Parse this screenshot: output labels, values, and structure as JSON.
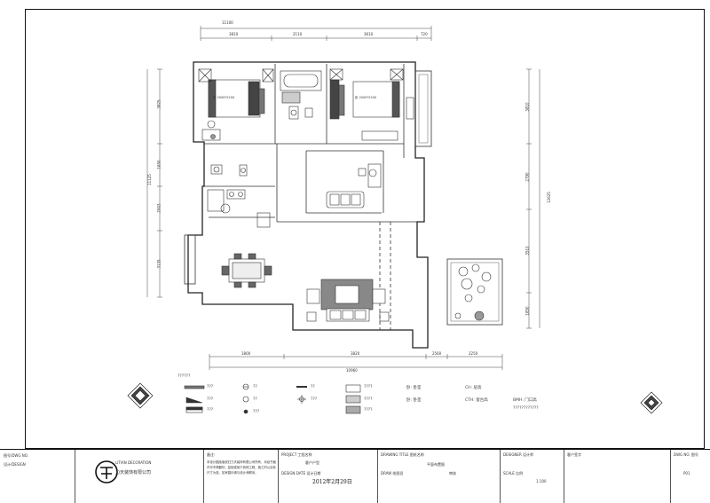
{
  "plan": {
    "overall_width": "11100",
    "top_dims": [
      "3810",
      "2110",
      "3610",
      "720"
    ],
    "left_dims": [
      "3825",
      "1650",
      "2003",
      "3135"
    ],
    "left_total": "11125",
    "right_dims": [
      "3810",
      "2790",
      "3510",
      "1850"
    ],
    "right_total": "12625",
    "bottom_dims": [
      "1800",
      "3820",
      "2560",
      "2250"
    ],
    "bottom_total": "10960",
    "bed_label_1": "卧 2000*2200",
    "bed_label_2": "卧 2000*2200"
  },
  "legend": {
    "heading": "??????",
    "items": [
      "???",
      "???",
      "???",
      "??",
      "??",
      "???",
      "??",
      "???",
      "????",
      "????",
      "????",
      "????",
      "??",
      "??",
      "??"
    ],
    "notes": [
      "卧: 卧室",
      "卧: 卧室",
      "CH: 层高",
      "CTH: 窗台高",
      "BMH: 门口高"
    ],
    "note_long": "????????????"
  },
  "title_block": {
    "c1_a": "图号/DWG NO.",
    "c1_b": "设计/DESIGN",
    "company_en": "LITIAN DECORATION",
    "company_cn": "力天装饰有限公司",
    "notes_label": "备注:",
    "notes_text": "本设计图纸版权归力天装饰有限公司所有，未经书面许可不得翻印、复制或用于其他工程，施工时以实际尺寸为准，如有疑问请与设计师联系。",
    "project_label": "PROJECT 工程名称",
    "project_value": "客户户型",
    "design_date_label": "DESIGN DATE 设计日期",
    "date": "2012年2月29日",
    "drawing_title_label": "DRAWING TITLE 图纸名称",
    "drawing_title_value": "平面布置图",
    "draw_label": "DRAW 绘图员",
    "check_label": "审核",
    "designer_label": "DESIGNER 设计师",
    "scale_label": "SCALE 比例",
    "scale_value": "1:100",
    "client_label": "客户签字",
    "dwg_label": "DWG NO. 图号",
    "dwg_value": "P01"
  }
}
